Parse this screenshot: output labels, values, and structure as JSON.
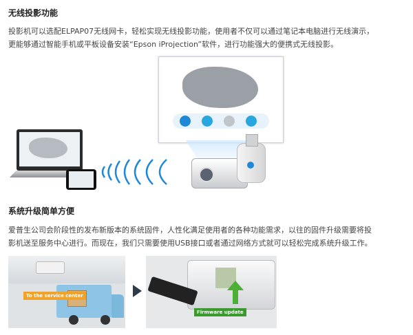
{
  "section1": {
    "title": "无线投影功能",
    "para_line1": "投影机可以选配ELPAP07无线网卡，轻松实现无线投影功能，使用者不仅可以通过笔记本电脑进行无线演示，",
    "para_line2": "更能够通过智能手机或平板设备安装“Epson iProjection”软件，进行功能强大的便携式无线投影。"
  },
  "section2": {
    "title": "系统升级简单方便",
    "para_line1": "爱普生公司会阶段性的发布新版本的系统固件，人性化满足使用者的各种功能需求，以往的固件升级需要将投",
    "para_line2": "影机送至服务中心进行。而现在，我们只需要使用USB接口或者通过网络方式就可以轻松完成系统升级工作。",
    "service_label": "To the service center",
    "firmware_label": "Firmware update"
  },
  "colors": {
    "accent_blue": "#1e88d6",
    "orange_tag": "#f0a22a",
    "green_tag": "#3a9a2e"
  }
}
